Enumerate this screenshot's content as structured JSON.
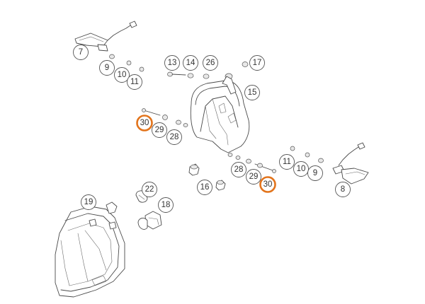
{
  "diagram": {
    "highlight_color": "#e2741c",
    "callouts": [
      {
        "label": "7"
      },
      {
        "label": "9"
      },
      {
        "label": "10"
      },
      {
        "label": "11"
      },
      {
        "label": "13"
      },
      {
        "label": "14"
      },
      {
        "label": "26"
      },
      {
        "label": "17"
      },
      {
        "label": "15"
      },
      {
        "label": "30",
        "highlighted": true
      },
      {
        "label": "29"
      },
      {
        "label": "28"
      },
      {
        "label": "11"
      },
      {
        "label": "10"
      },
      {
        "label": "9"
      },
      {
        "label": "28"
      },
      {
        "label": "29"
      },
      {
        "label": "30",
        "highlighted": true
      },
      {
        "label": "8"
      },
      {
        "label": "16"
      },
      {
        "label": "22"
      },
      {
        "label": "19"
      },
      {
        "label": "18"
      }
    ]
  }
}
